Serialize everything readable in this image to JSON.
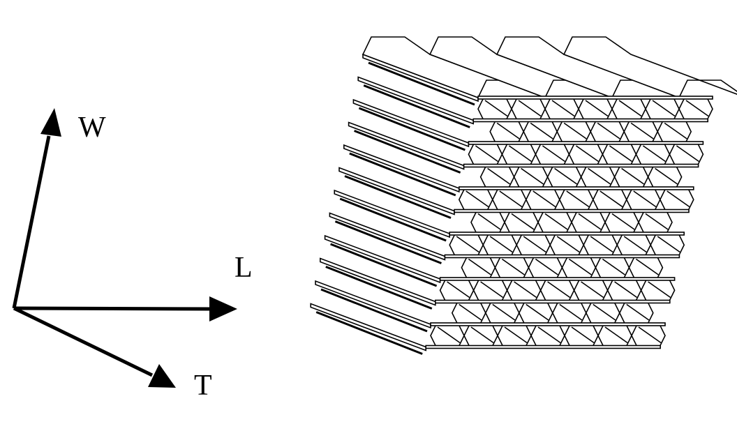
{
  "axes": {
    "w_label": "W",
    "l_label": "L",
    "t_label": "T"
  },
  "honeycomb": {
    "layers": 11,
    "cells_per_row": 7
  },
  "colors": {
    "ink": "#000000",
    "background": "#ffffff"
  }
}
